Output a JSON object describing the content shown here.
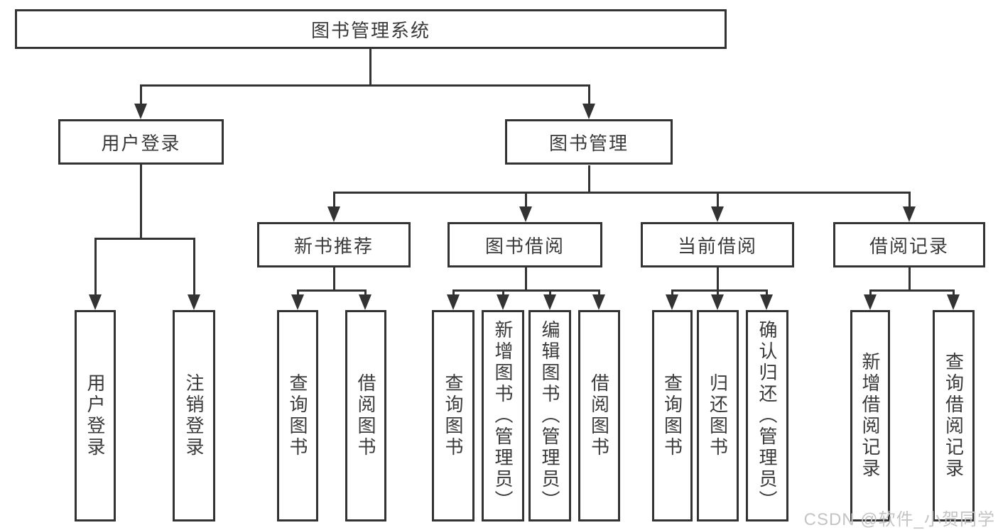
{
  "tree": {
    "root": "图书管理系统",
    "branches": [
      {
        "label": "用户登录",
        "children": [
          "用户登录",
          "注销登录"
        ]
      },
      {
        "label": "图书管理",
        "sections": [
          {
            "label": "新书推荐",
            "children": [
              "查询图书",
              "借阅图书"
            ]
          },
          {
            "label": "图书借阅",
            "children": [
              "查询图书",
              "新增图书（管理员）",
              "编辑图书（管理员）",
              "借阅图书"
            ]
          },
          {
            "label": "当前借阅",
            "children": [
              "查询图书",
              "归还图书",
              "确认归还（管理员）"
            ]
          },
          {
            "label": "借阅记录",
            "children": [
              "新增借阅记录",
              "查询借阅记录"
            ]
          }
        ]
      }
    ]
  },
  "watermark": "CSDN @软件_小贺同学",
  "colors": {
    "line": "#333333",
    "box-border": "#333333",
    "box-bg": "#ffffff",
    "text": "#3a3a3a",
    "watermark": "#c4c4c4",
    "background": "#ffffff"
  }
}
